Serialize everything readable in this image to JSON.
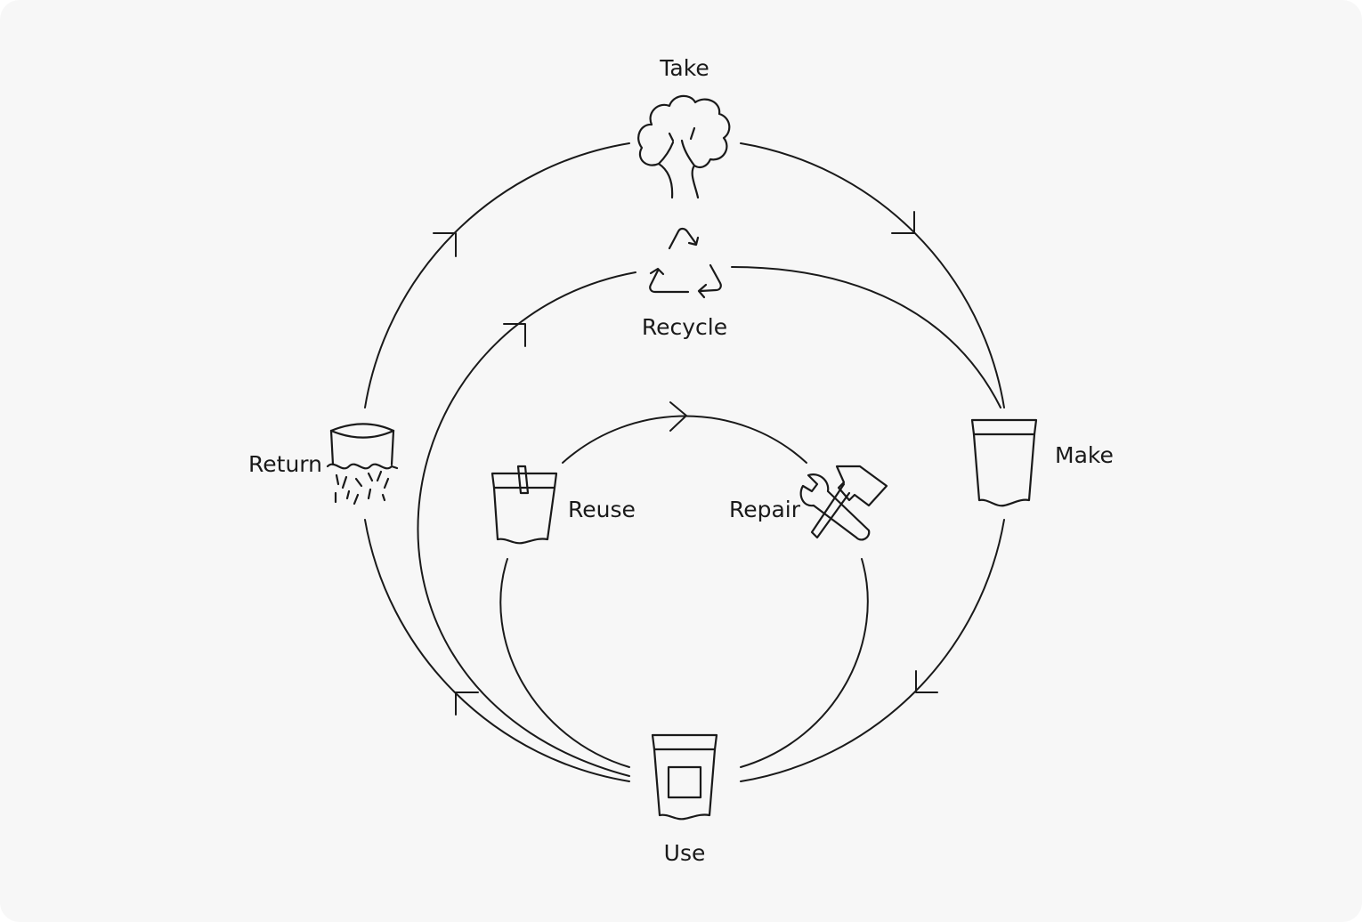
{
  "diagram": {
    "stages": {
      "take": {
        "label": "Take",
        "icon": "tree-icon"
      },
      "make": {
        "label": "Make",
        "icon": "pouch-icon"
      },
      "use": {
        "label": "Use",
        "icon": "labeled-pouch-icon"
      },
      "return": {
        "label": "Return",
        "icon": "compost-pouch-icon"
      },
      "recycle": {
        "label": "Recycle",
        "icon": "recycle-icon"
      },
      "reuse": {
        "label": "Reuse",
        "icon": "clipped-pouch-icon"
      },
      "repair": {
        "label": "Repair",
        "icon": "wrench-hammer-icon"
      }
    },
    "colors": {
      "background": "#f7f7f7",
      "stroke": "#1a1a1a"
    }
  }
}
